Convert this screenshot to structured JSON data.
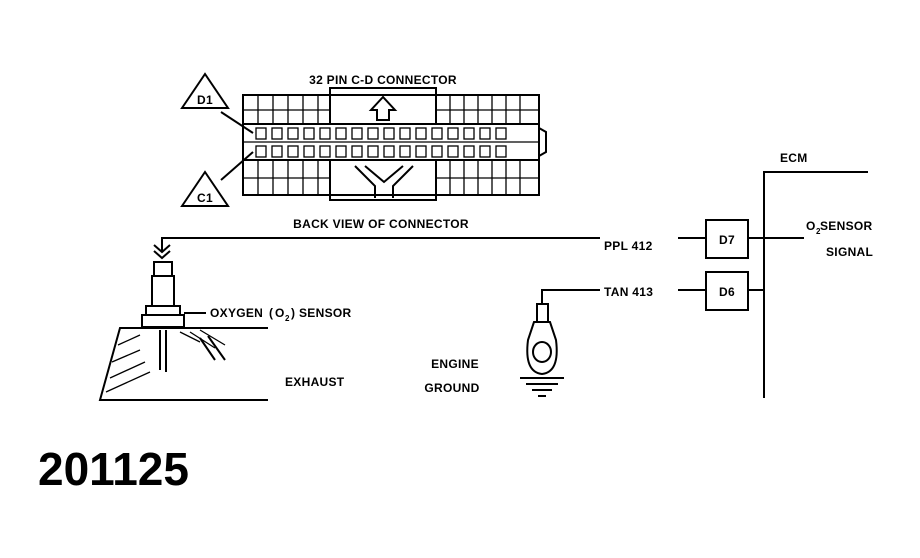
{
  "connector": {
    "title": "32 PIN C-D CONNECTOR",
    "caption": "BACK VIEW OF CONNECTOR",
    "pin_d1": "D1",
    "pin_c1": "C1"
  },
  "sensor": {
    "label_main": "OXYGEN",
    "label_open": "(",
    "label_o": "O",
    "label_sub": "2",
    "label_close": ")",
    "label_tail": "SENSOR",
    "exhaust": "EXHAUST"
  },
  "ground": {
    "line1": "ENGINE",
    "line2": "GROUND"
  },
  "wires": {
    "top": "PPL 412",
    "bottom": "TAN 413"
  },
  "ecm": {
    "title": "ECM",
    "pin_top": "D7",
    "pin_bottom": "D6",
    "signal_o": "O",
    "signal_sub": "2",
    "signal_line1": " SENSOR",
    "signal_line2": "SIGNAL"
  },
  "figure_number": "201125"
}
